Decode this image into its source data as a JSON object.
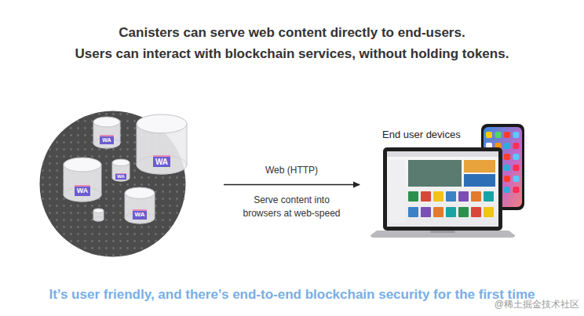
{
  "diagram": {
    "title": "Canisters can serve web content directly to end-users. Users can interact with blockchain services, without holding tokens.",
    "caption": "It’s user friendly, and there’s end-to-end blockchain security for the first time",
    "nodes": [
      {
        "text": []
      },
      {
        "text": [
          "WA"
        ],
        "in": 0
      },
      {
        "text": [
          "WA"
        ],
        "in": 0
      },
      {
        "text": [
          "WA"
        ],
        "in": 0
      },
      {
        "text": [
          "WA"
        ],
        "in": 0
      },
      {
        "text": [
          "WA"
        ],
        "in": 0
      },
      {
        "text": [
          "End user devices"
        ]
      }
    ],
    "edges": [
      {
        "from": 0,
        "to": 6,
        "arrow": "to",
        "label": "Web (HTTP)"
      }
    ],
    "labels": [
      "Serve content into browsers at web-speed",
      "@稀土掘金技术社区"
    ]
  }
}
